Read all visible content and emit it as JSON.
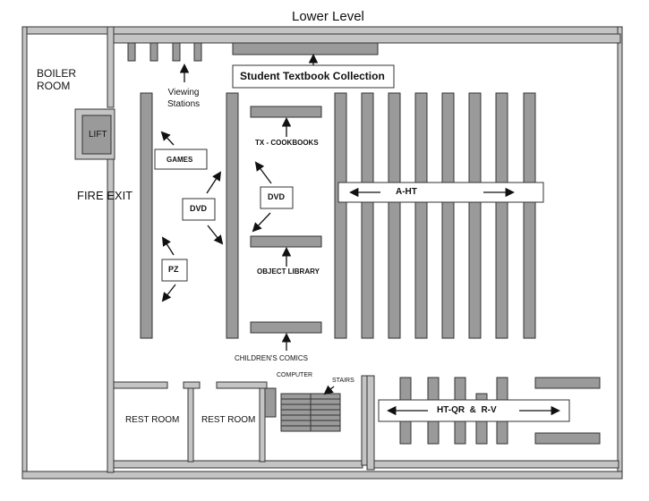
{
  "title": "Lower Level",
  "rooms": {
    "boiler_room": [
      "BOILER",
      "ROOM"
    ],
    "lift": "LIFT",
    "fire_exit": "FIRE EXIT",
    "rest_room_1": "REST ROOM",
    "rest_room_2": "REST ROOM"
  },
  "areas": {
    "viewing_stations": [
      "Viewing",
      "Stations"
    ],
    "student_textbook": "Student Textbook Collection",
    "tx_cookbooks": "TX - COOKBOOKS",
    "games": "GAMES",
    "dvd_left": "DVD",
    "dvd_right": "DVD",
    "pz": "PZ",
    "object_library": "OBJECT LIBRARY",
    "childrens_comics": "CHILDREN'S COMICS",
    "computer": "COMPUTER",
    "stairs": "STAIRS",
    "a_ht": "A-HT",
    "ht_qr_rv": "HT-QR  &  R-V"
  },
  "colors": {
    "wall_fill": "#c4c4c4",
    "shelf_fill": "#9a9a9a",
    "stroke": "#333333",
    "label_box": "#ffffff"
  }
}
